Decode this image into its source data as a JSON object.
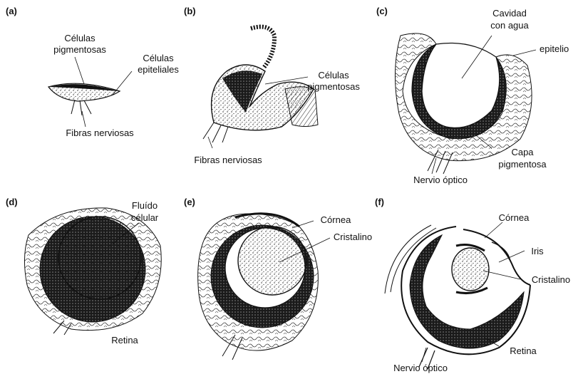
{
  "panels": {
    "a": {
      "letter": "(a)",
      "labels": {
        "pigment_1": "Células",
        "pigment_2": "pigmentosas",
        "epithelial_1": "Células",
        "epithelial_2": "epiteliales",
        "nerve": "Fibras nerviosas"
      }
    },
    "b": {
      "letter": "(b)",
      "labels": {
        "pigment_1": "Células",
        "pigment_2": "pigmentosas",
        "nerve": "Fibras nerviosas"
      }
    },
    "c": {
      "letter": "(c)",
      "labels": {
        "cavity_1": "Cavidad",
        "cavity_2": "con agua",
        "epithelium": "epitelio",
        "layer_1": "Capa",
        "layer_2": "pigmentosa",
        "optic_nerve": "Nervio óptico"
      }
    },
    "d": {
      "letter": "(d)",
      "labels": {
        "fluid_1": "Fluído",
        "fluid_2": "célular",
        "retina": "Retina"
      }
    },
    "e": {
      "letter": "(e)",
      "labels": {
        "cornea": "Córnea",
        "lens": "Cristalino"
      }
    },
    "f": {
      "letter": "(f)",
      "labels": {
        "cornea": "Córnea",
        "iris": "Iris",
        "lens": "Cristalino",
        "retina": "Retina",
        "optic_nerve": "Nervio óptico"
      }
    }
  }
}
